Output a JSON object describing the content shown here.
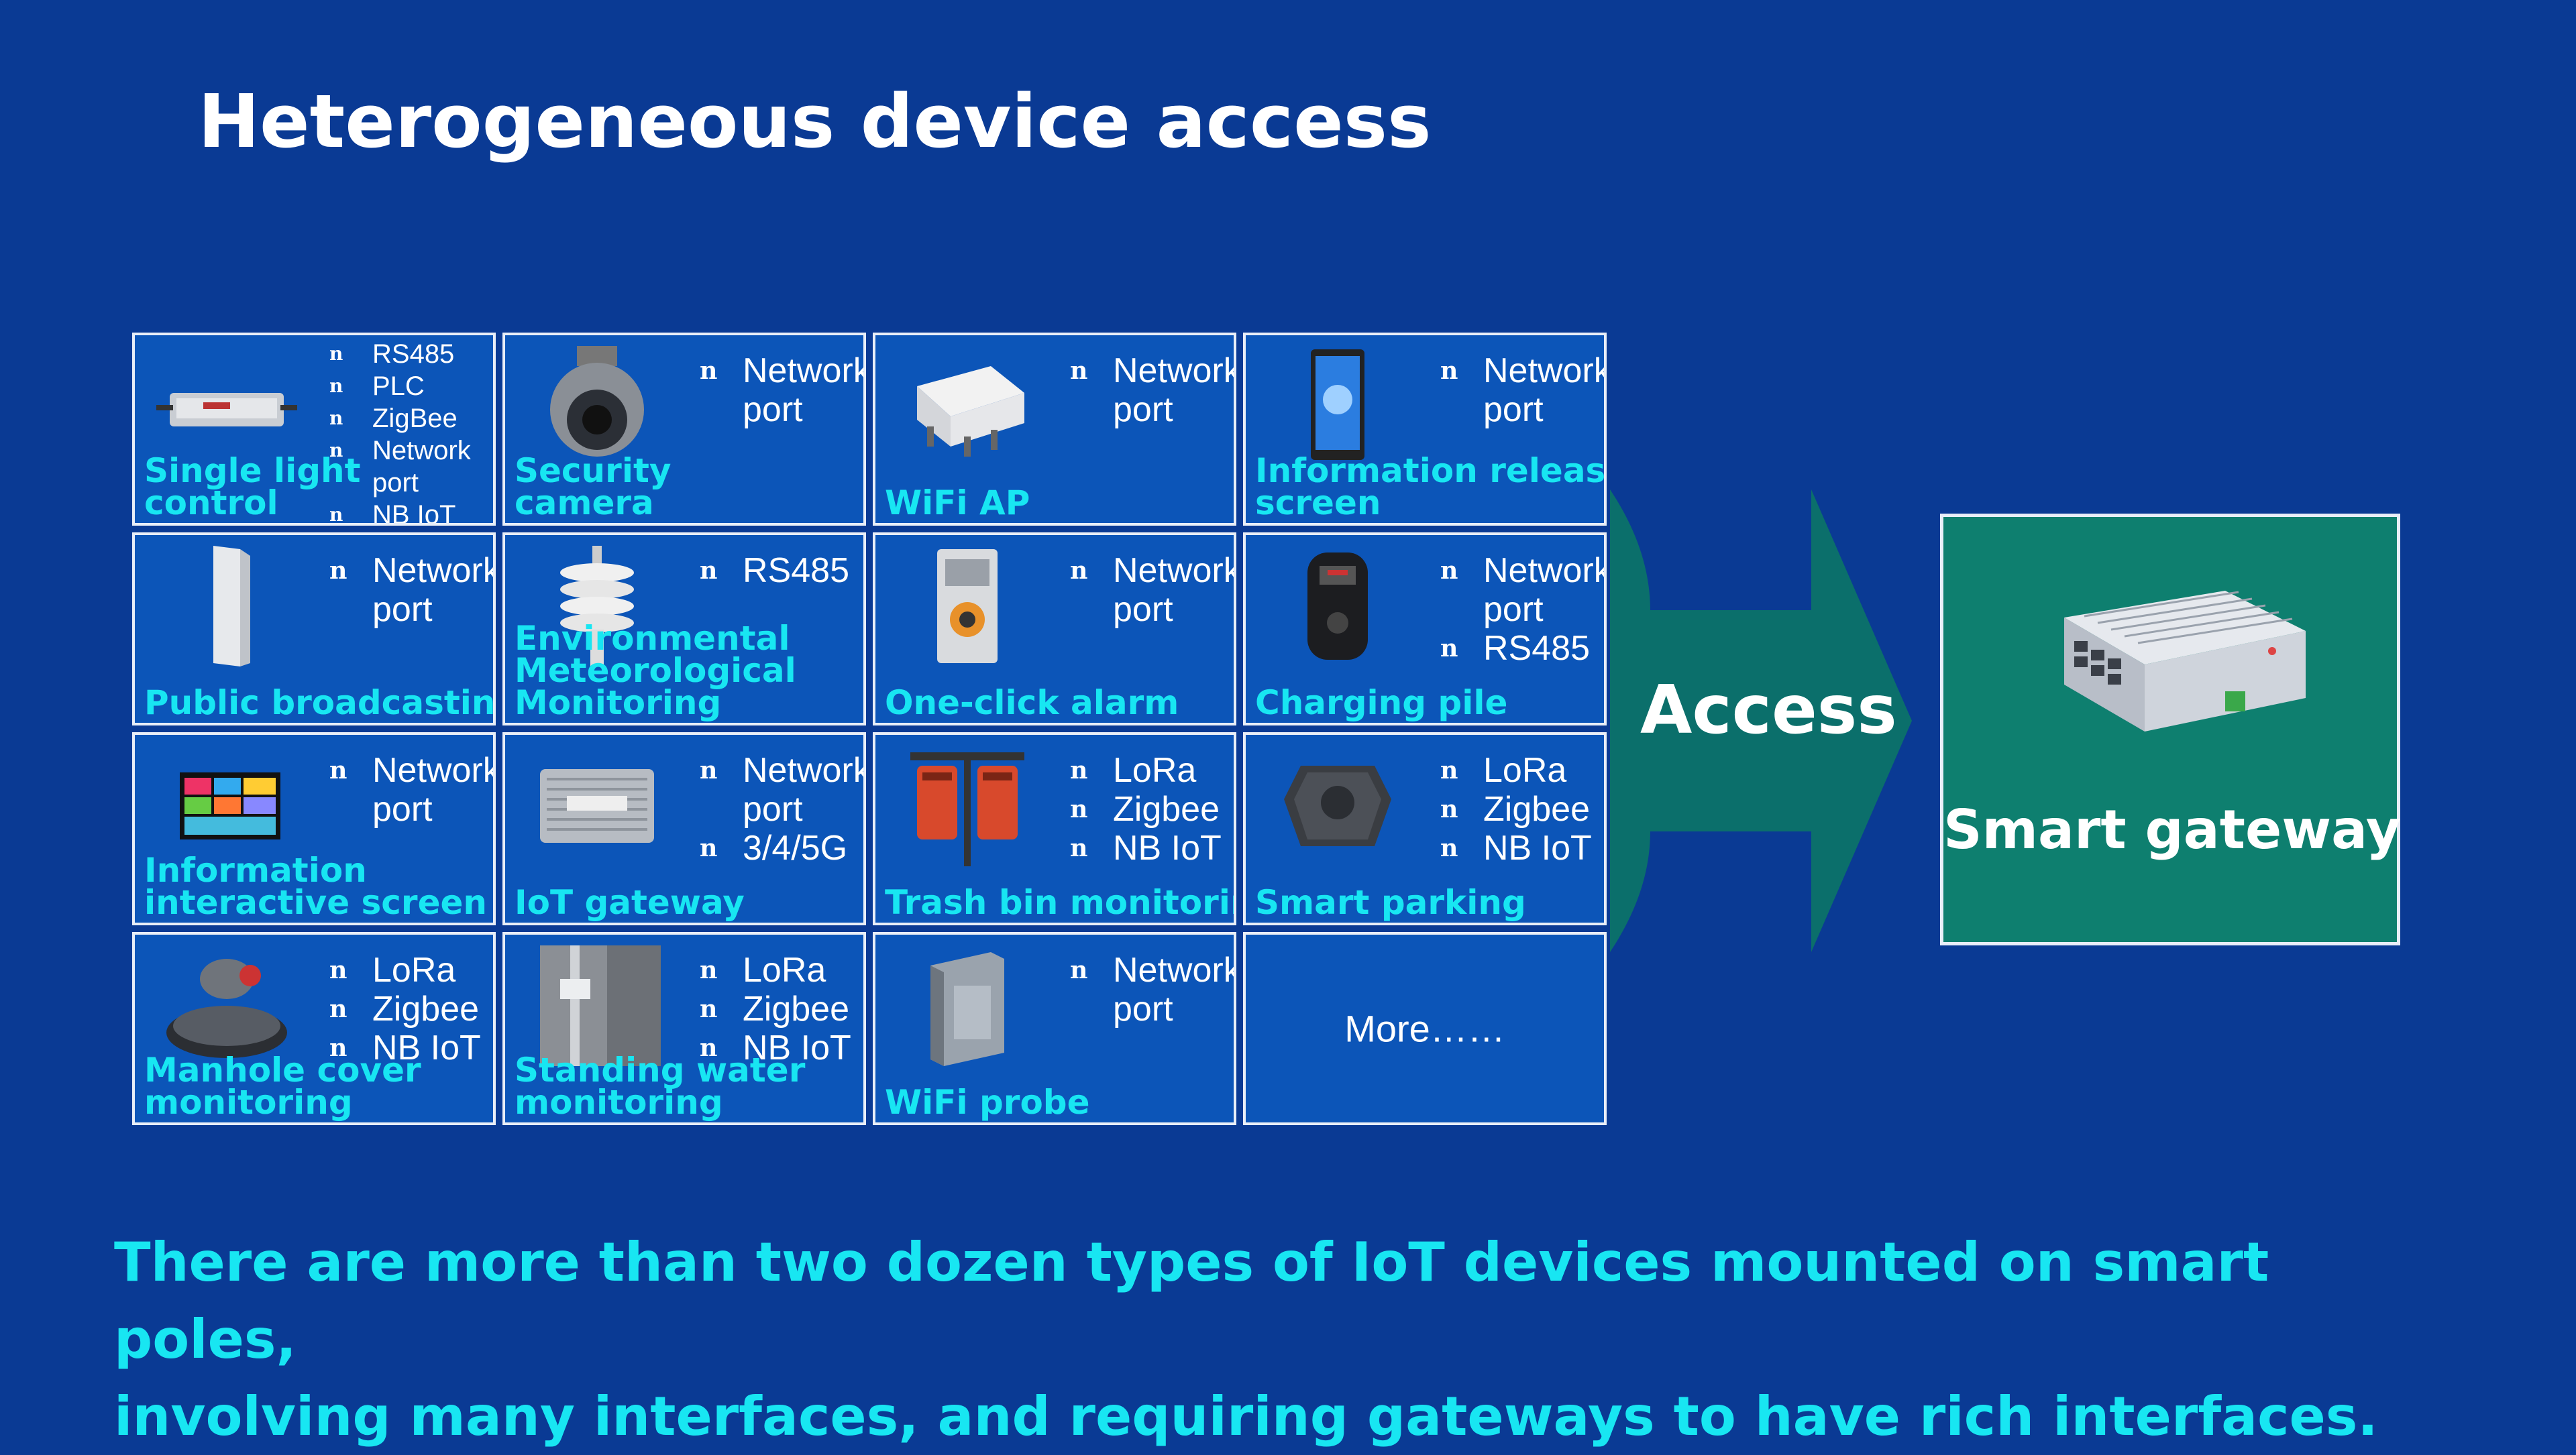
{
  "title": "Heterogeneous device access",
  "devices": [
    {
      "label_lines": [
        "Single light",
        "control"
      ],
      "interfaces": [
        "RS485",
        "PLC",
        "ZigBee",
        "Network",
        "port",
        "NB IoT"
      ],
      "icon": "light-controller-icon"
    },
    {
      "label_lines": [
        "Security",
        "camera"
      ],
      "interfaces": [
        "Network",
        "port"
      ],
      "icon": "security-camera-icon"
    },
    {
      "label_lines": [
        "WiFi AP"
      ],
      "interfaces": [
        "Network",
        "port"
      ],
      "icon": "wifi-ap-icon"
    },
    {
      "label_lines": [
        "Information release",
        "screen"
      ],
      "interfaces": [
        "Network",
        "port"
      ],
      "icon": "release-screen-icon"
    },
    {
      "label_lines": [
        "Public broadcasting"
      ],
      "interfaces": [
        "Network",
        "port"
      ],
      "icon": "speaker-column-icon"
    },
    {
      "label_lines": [
        "Environmental",
        "Meteorological",
        "Monitoring"
      ],
      "interfaces": [
        "RS485"
      ],
      "icon": "weather-station-icon"
    },
    {
      "label_lines": [
        "One-click alarm"
      ],
      "interfaces": [
        "Network",
        "port"
      ],
      "icon": "alarm-panel-icon"
    },
    {
      "label_lines": [
        "Charging pile"
      ],
      "interfaces": [
        "Network",
        "port",
        "RS485"
      ],
      "icon": "charging-pile-icon"
    },
    {
      "label_lines": [
        "Information",
        "interactive screen"
      ],
      "interfaces": [
        "Network",
        "port"
      ],
      "icon": "interactive-screen-icon"
    },
    {
      "label_lines": [
        "IoT gateway"
      ],
      "interfaces": [
        "Network",
        "port",
        "3/4/5G"
      ],
      "icon": "iot-gateway-icon"
    },
    {
      "label_lines": [
        "Trash bin monitoring"
      ],
      "interfaces": [
        "LoRa",
        "Zigbee",
        "NB IoT"
      ],
      "icon": "trash-bin-icon"
    },
    {
      "label_lines": [
        "Smart parking"
      ],
      "interfaces": [
        "LoRa",
        "Zigbee",
        "NB IoT"
      ],
      "icon": "parking-sensor-icon"
    },
    {
      "label_lines": [
        "Manhole cover",
        "monitoring"
      ],
      "interfaces": [
        "LoRa",
        "Zigbee",
        "NB IoT"
      ],
      "icon": "manhole-cover-icon"
    },
    {
      "label_lines": [
        "Standing water",
        "monitoring"
      ],
      "interfaces": [
        "LoRa",
        "Zigbee",
        "NB IoT"
      ],
      "icon": "water-sensor-icon"
    },
    {
      "label_lines": [
        "WiFi probe"
      ],
      "interfaces": [
        "Network",
        "port"
      ],
      "icon": "wifi-probe-icon"
    }
  ],
  "more_label": "More……",
  "arrow_label": "Access",
  "gateway_label": "Smart gateway",
  "summary_lines": [
    "There are more than two dozen types of IoT devices mounted on smart poles,",
    "involving many interfaces, and requiring gateways to have rich interfaces."
  ],
  "colors": {
    "background": "#0a3a94",
    "cell": "#0c55b8",
    "label": "#18e6f2",
    "arrow": "#0b6f6b",
    "gateway_box": "#0e7f6f"
  }
}
